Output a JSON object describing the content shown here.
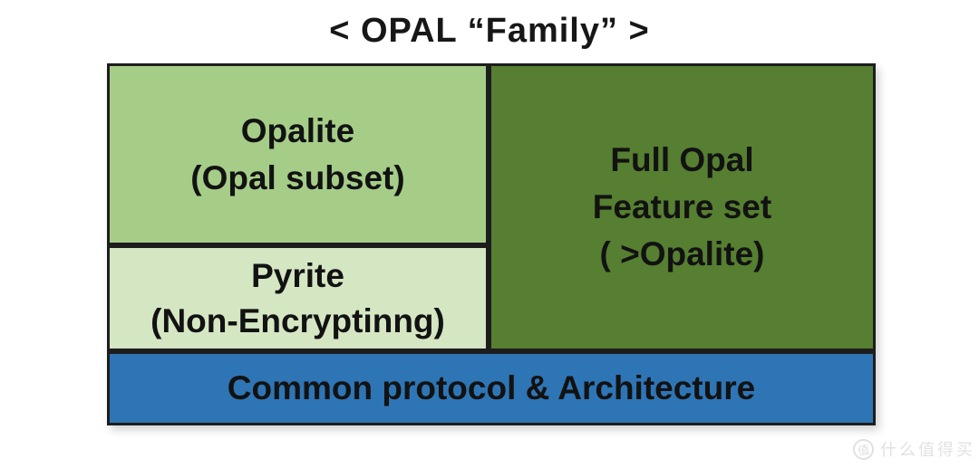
{
  "title": "<  OPAL  “Family”  >",
  "boxes": {
    "opalite": {
      "line1": "Opalite",
      "line2": "(Opal subset)",
      "fill": "#a5cd88"
    },
    "pyrite": {
      "line1": "Pyrite",
      "line2": "(Non-Encryptinng)",
      "fill": "#d5e6c3"
    },
    "full_opal": {
      "line1": "Full Opal",
      "line2": "Feature set",
      "line3": "( >Opalite)",
      "fill": "#567f31"
    },
    "common": {
      "label": "Common protocol & Architecture",
      "fill": "#2e75b5"
    }
  },
  "colors": {
    "border": "#1d1d1d",
    "text": "#121212",
    "background": "#ffffff",
    "watermark": "#e1e1e1"
  },
  "watermark": {
    "logo_char": "值",
    "text": "什么值得买"
  }
}
